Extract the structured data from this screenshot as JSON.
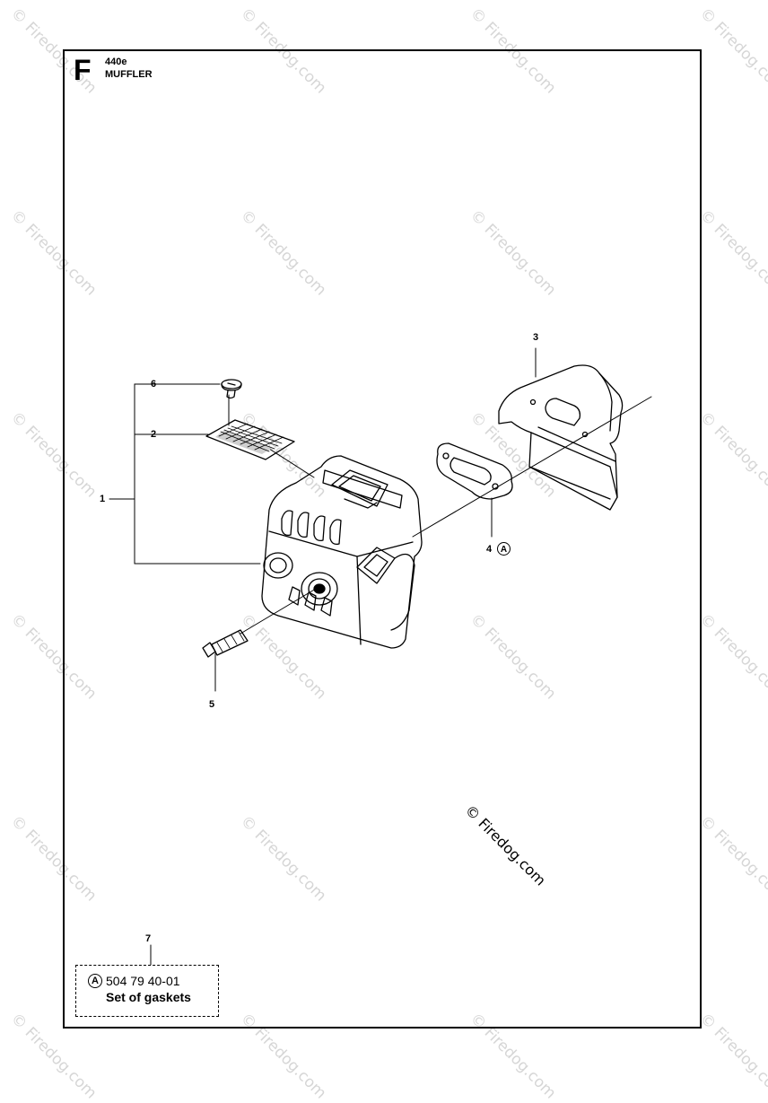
{
  "watermark": {
    "text": "© Firedog.com"
  },
  "header": {
    "section_letter": "F",
    "model": "440e",
    "title": "MUFFLER"
  },
  "callouts": {
    "item_1": "1",
    "item_2": "2",
    "item_3": "3",
    "item_4": "4",
    "item_4_marker": "A",
    "item_5": "5",
    "item_6": "6",
    "item_7": "7"
  },
  "kit": {
    "marker": "A",
    "part_number": "504 79 40-01",
    "description": "Set of gaskets"
  },
  "copyright": "© Firedog.com"
}
